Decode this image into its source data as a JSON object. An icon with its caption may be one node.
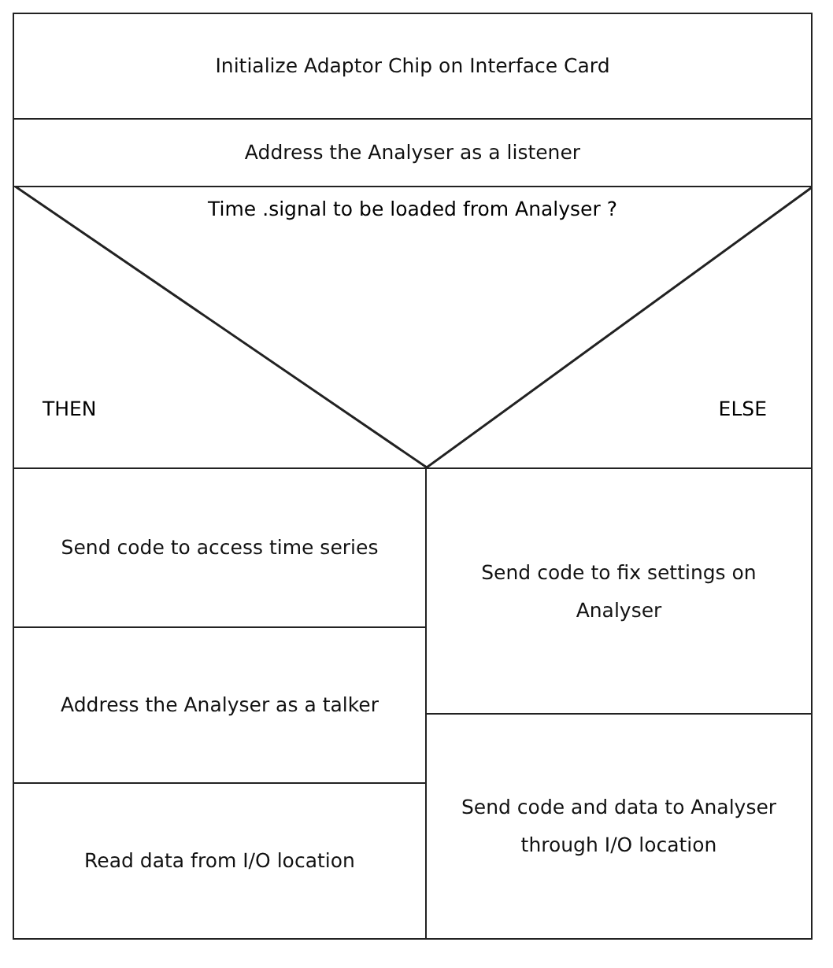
{
  "diagram": {
    "nodes": [
      {
        "text": [
          "Initialize Adaptor Chip on Interface Card"
        ]
      },
      {
        "text": [
          "Address the Analyser as a listener"
        ]
      },
      {
        "text": [
          "Time .signal to be loaded from Analyser ?",
          "THEN",
          "ELSE"
        ]
      },
      {
        "text": [
          "Send code to access time series"
        ]
      },
      {
        "text": [
          "Address the Analyser as a talker"
        ]
      },
      {
        "text": [
          "Read data from I/O location"
        ]
      },
      {
        "text": [
          "Send code to fix settings on Analyser"
        ]
      },
      {
        "text": [
          "Send code and data to Analyser through I/O location"
        ]
      }
    ],
    "edges": []
  }
}
